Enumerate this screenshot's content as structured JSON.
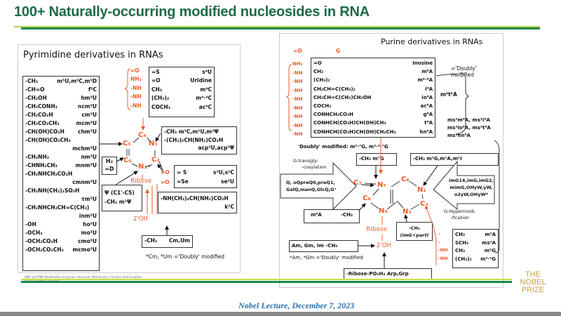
{
  "header": {
    "title": "100+  Naturally-occurring modified nucleosides in RNA"
  },
  "pyrimidine": {
    "title": "Pyrimidine derivatives in RNAs",
    "list": [
      {
        "s": "-CH₃",
        "n": "m⁵U,m⁵C,m⁵D"
      },
      {
        "s": "-CH=O",
        "n": "f⁵C"
      },
      {
        "s": "-CH₂OH",
        "n": "hm⁵U"
      },
      {
        "s": "-CH₂CONH₂",
        "n": "ncm⁵U"
      },
      {
        "s": "-CH₂CO₂H",
        "n": "cm⁵U"
      },
      {
        "s": "-CH₂CO₂CH₃",
        "n": "mcm⁵U"
      },
      {
        "s": "-CH(OH)CO₂H",
        "n": "chm⁵U"
      },
      {
        "s": "-CH(OH)CO₂CH₃",
        "n": "mchm⁵U"
      },
      {
        "s": "-CH₂NH₂",
        "n": "nm⁵U"
      },
      {
        "s": "-CHNH₂CH₃",
        "n": "mnm⁵U"
      },
      {
        "s": "-CH₂NHCH₂CO₂H",
        "n": "cmnm⁵U"
      },
      {
        "s": "-CH₂NH(CH₂)₂SO₃H",
        "n": "τm⁵U"
      },
      {
        "s": "-CH₂NHCH₂CH=C(CH₃)",
        "n": "inm⁵U"
      },
      {
        "s": "-OH",
        "n": "ho⁵U"
      },
      {
        "s": "-OCH₃",
        "n": "mo⁵U"
      },
      {
        "s": "-OCH₂CO₂H",
        "n": "cmo⁵U"
      },
      {
        "s": "-OCH₂CO₂CH₃",
        "n": "mcmo⁵U"
      }
    ],
    "c4_orange": [
      "=O",
      "NH₂",
      "-NH",
      "-NH",
      "-NH"
    ],
    "c4_box": [
      {
        "s": "=S",
        "n": "s⁴U"
      },
      {
        "s": "=O",
        "n": "Uridine"
      },
      {
        "s": "CH₃",
        "n": "m⁴C"
      },
      {
        "s": "(CH₃)₂",
        "n": "m⁴·⁴C"
      },
      {
        "s": "COCH₃",
        "n": "ac⁴C"
      }
    ],
    "ring": {
      "c4": "C₄",
      "n3": "N₃",
      "c2": "C₂",
      "n1": "N₁",
      "c6": "C₆",
      "c5": "C₅",
      "ribose": "Ribose",
      "oh": "2'OH",
      "o1": "=O",
      "o2": "=O"
    },
    "n3_box": [
      "-CH₃   m³C,m³U,m³Ψ",
      "-(CH₂)₂CH(NH₂)CO₂H",
      "acp³U,acp³Ψ"
    ],
    "d_box": [
      "H₂",
      "=D"
    ],
    "psi_box": [
      "Ψ (C1'-C5)",
      "-CH₃   m¹Ψ"
    ],
    "s_box": [
      {
        "s": "= S",
        "n": "s²U,s²C"
      },
      {
        "s": "=Se",
        "n": "se²U"
      }
    ],
    "k_box": [
      "-NH(CH₂)₄CH(NH₂)CO₂H",
      "k²C"
    ],
    "cm_box": {
      "s": "-CH₃",
      "n": "Cm,Um"
    },
    "doubly_note": "*Cm, *Um ='Doubly' modified",
    "citation": [
      "DNA and RNA Modification Enzymes: Structure, Mechanism, Function and Evolution.",
      "edited by Henri Grosjean"
    ]
  },
  "purine": {
    "title": "Purine derivatives in RNAs",
    "top_o": "=O",
    "top_g": "G",
    "orange": [
      "NH₂",
      "-NH",
      "-NH",
      "-NH",
      "-NH",
      "-NH",
      "-NH",
      "-NH",
      "-NH"
    ],
    "box": [
      {
        "s": "=O",
        "n": "Inosine"
      },
      {
        "s": "CH₃",
        "n": "m⁶A"
      },
      {
        "s": "(CH₃)₂",
        "n": "m⁶·⁶A"
      },
      {
        "s": "CH₂CH=C(CH₃)₂",
        "n": "i⁶A"
      },
      {
        "s": "CH₂CH=C(CH₃)CH₂OH",
        "n": "io⁶A"
      },
      {
        "s": "COCH₃",
        "n": "ac⁶A"
      },
      {
        "s": "CONHCH₂CO₂H",
        "n": "g⁶A"
      },
      {
        "s": "CONHCH(CO₂H)CH(OH)CH₃",
        "n": "t⁶A"
      },
      {
        "s": "CONHCH(CO₂H)CH(OH)CH₂CH₃",
        "n": "hn⁶A"
      }
    ],
    "doubly1": [
      "='Doubly'",
      "modified"
    ],
    "m6t6a": "m⁶t⁶A",
    "ms_list": [
      "ms²m⁶A, ms²i⁶A",
      "ms²io⁶A, ms²t⁶A",
      "ms²hn⁶A"
    ],
    "doubly_g": "'Doubly' modified: m²·⁷G, m²·²·⁷G",
    "transgly": [
      "G-transgly-",
      "-cosylation"
    ],
    "q_list": [
      "Q, oQpreQ0,preQ1,",
      "GalQ,manQ,GlcQ,G⁺"
    ],
    "m7g_box": "-CH₃   m⁷G",
    "m1_box": "-CH₃       m¹G,m¹A,m¹I",
    "ring": {
      "c7": "C₇",
      "n7": "N₇",
      "c8": "C₈",
      "n9": "N₉",
      "n3": "N₃",
      "c2": "C₂",
      "n1": "N₁",
      "c6": "C₆",
      "ribose": "Ribose",
      "oh": "2'OH"
    },
    "hyper_list": [
      "imG14,imG,imG2,",
      "mimG,OHyW,yW,",
      "o2yW,OHyW*"
    ],
    "hyper_label": [
      "G-Hypermodi-",
      "-fication"
    ],
    "m8a_box": {
      "s": "m⁸A",
      "n": "-CH₃"
    },
    "img_box": [
      "-CH₃",
      "(imG+part)"
    ],
    "am_box": "Am, Gm, Im    -CH₃",
    "am_note": "*Am, *Gm ='Doubly' modified",
    "arp_box": "-Ribose-PO₄H₂   Arp,Grp",
    "c2_orange": [
      "-",
      "-",
      "-NH",
      "-NH"
    ],
    "c2_box": [
      {
        "s": "CH₃",
        "n": "m²A"
      },
      {
        "s": "SCH₃",
        "n": "ms²A"
      },
      {
        "s": "CH₃",
        "n": "m²G"
      },
      {
        "s": "(CH₃)₂",
        "n": "m²·²G"
      }
    ]
  },
  "footer": {
    "lecture": "Nobel Lecture, December 7, 2023",
    "logo": [
      "THE",
      "NOBEL",
      "PRIZE"
    ]
  },
  "colors": {
    "title": "#1e6a47",
    "accent_orange": "#f05a28",
    "green_line": "#1a8a4e",
    "lecture_blue": "#2a6fb0",
    "nobel_gold": "#c8a14a"
  }
}
